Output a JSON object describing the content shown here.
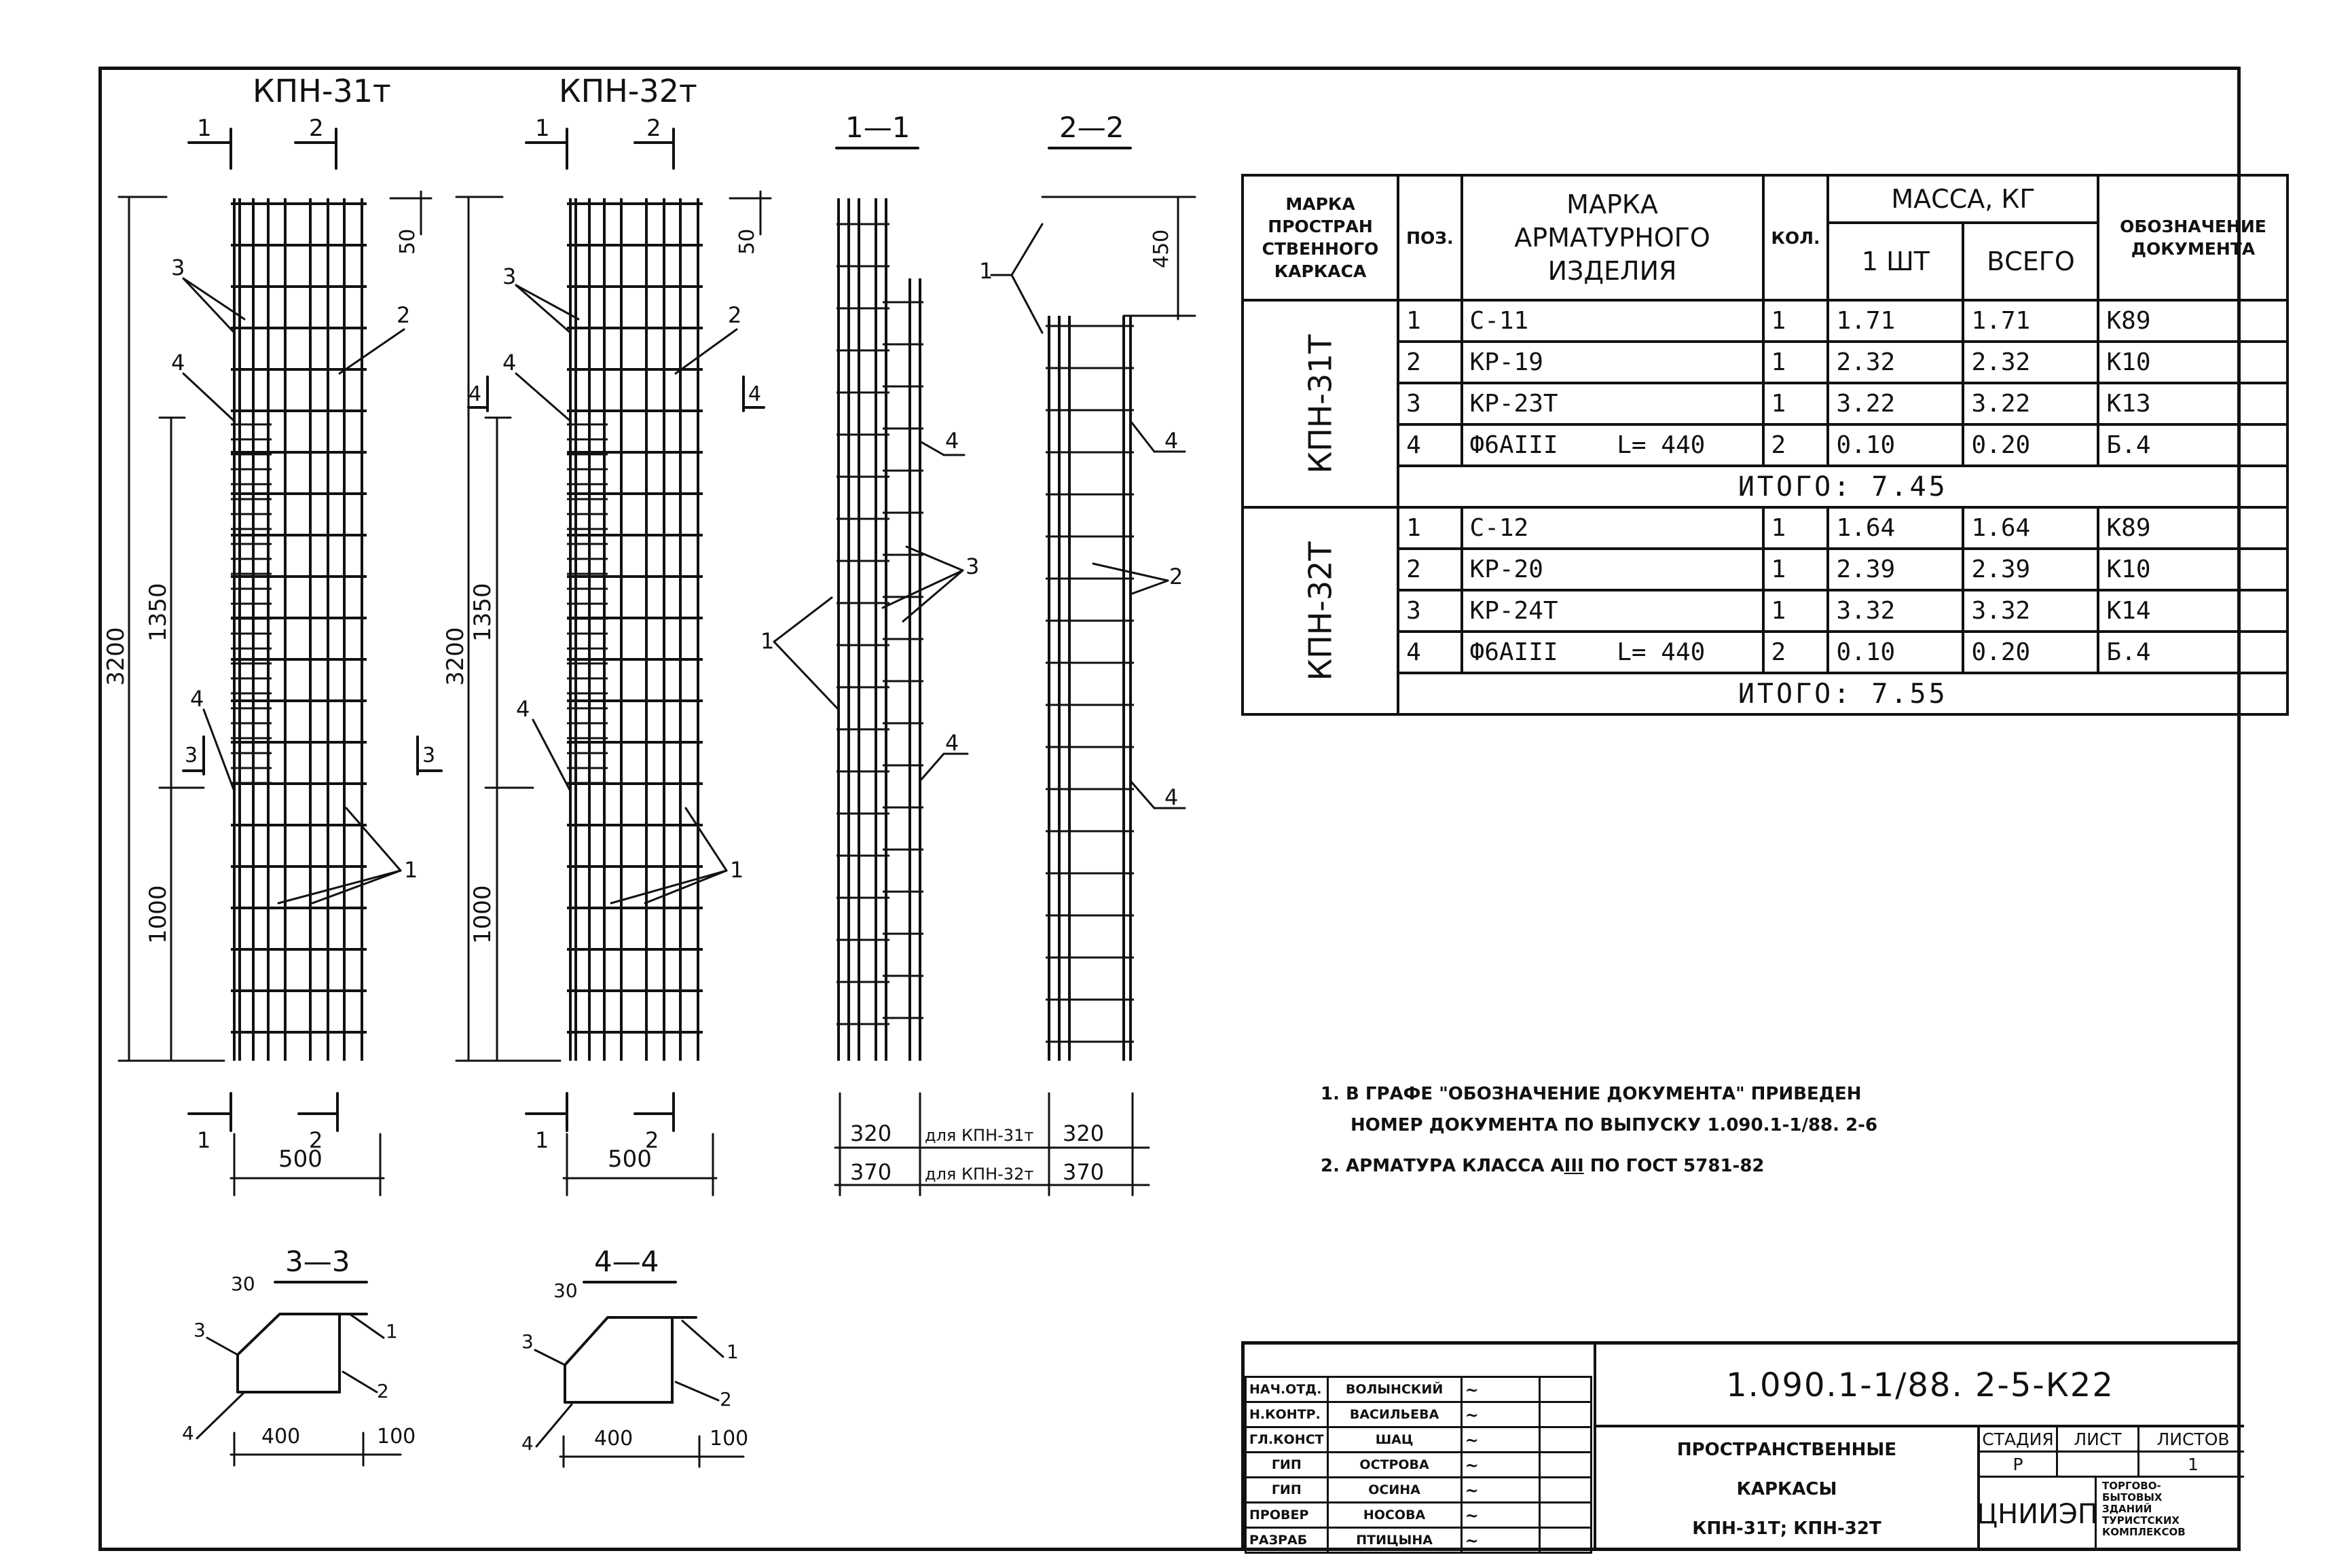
{
  "views": {
    "kpn31_title": "КПН-31т",
    "kpn32_title": "КПН-32т",
    "section_11": "1—1",
    "section_22": "2—2",
    "section_33": "3—3",
    "section_44": "4—4",
    "cut_1": "1",
    "cut_2": "2",
    "cut_3": "3",
    "cut_4": "4",
    "dim_3200": "3200",
    "dim_1350": "1350",
    "dim_1000": "1000",
    "dim_50": "50",
    "dim_450": "450",
    "dim_500": "500",
    "dim_320": "320",
    "dim_370": "370",
    "dim_400": "400",
    "dim_100": "100",
    "dim_30": "30",
    "for_kpn31": "для КПН-31т",
    "for_kpn32": "для КПН-32т",
    "pos_1": "1",
    "pos_2": "2",
    "pos_3": "3",
    "pos_4": "4"
  },
  "spec": {
    "head_mark": "МАРКА ПРОСТРАН СТВЕННОГО КАРКАСА",
    "head_mark_l1": "МАРКА",
    "head_mark_l2": "ПРОСТРАН",
    "head_mark_l3": "СТВЕННОГО",
    "head_mark_l4": "КАРКАСА",
    "head_pos": "ПОЗ.",
    "head_item_l1": "МАРКА",
    "head_item_l2": "АРМАТУРНОГО",
    "head_item_l3": "ИЗДЕЛИЯ",
    "head_qty": "КОЛ.",
    "head_mass": "МАССА, КГ",
    "head_one": "1 ШТ",
    "head_total": "ВСЕГО",
    "head_doc_l1": "ОБОЗНАЧЕНИЕ",
    "head_doc_l2": "ДОКУМЕНТА",
    "groups": [
      {
        "name": "КПН-31Т",
        "rows": [
          {
            "pos": "1",
            "item": "С-11",
            "qty": "1",
            "one": "1.71",
            "total": "1.71",
            "doc": "К89"
          },
          {
            "pos": "2",
            "item": "КР-19",
            "qty": "1",
            "one": "2.32",
            "total": "2.32",
            "doc": "К10"
          },
          {
            "pos": "3",
            "item": "КР-23Т",
            "qty": "1",
            "one": "3.22",
            "total": "3.22",
            "doc": "К13"
          },
          {
            "pos": "4",
            "item": "Ф6АIII    L= 440",
            "qty": "2",
            "one": "0.10",
            "total": "0.20",
            "doc": "Б.4"
          }
        ],
        "total": "ИТОГО: 7.45"
      },
      {
        "name": "КПН-32Т",
        "rows": [
          {
            "pos": "1",
            "item": "С-12",
            "qty": "1",
            "one": "1.64",
            "total": "1.64",
            "doc": "К89"
          },
          {
            "pos": "2",
            "item": "КР-20",
            "qty": "1",
            "one": "2.39",
            "total": "2.39",
            "doc": "К10"
          },
          {
            "pos": "3",
            "item": "КР-24Т",
            "qty": "1",
            "one": "3.32",
            "total": "3.32",
            "doc": "К14"
          },
          {
            "pos": "4",
            "item": "Ф6АIII    L= 440",
            "qty": "2",
            "one": "0.10",
            "total": "0.20",
            "doc": "Б.4"
          }
        ],
        "total": "ИТОГО: 7.55"
      }
    ]
  },
  "notes": {
    "n1_a": "1. В ГРАФЕ \"ОБОЗНАЧЕНИЕ ДОКУМЕНТА\" ПРИВЕДЕН",
    "n1_b": "НОМЕР ДОКУМЕНТА ПО ВЫПУСКУ 1.090.1-1/88. 2-6",
    "n2_a": "2. АРМАТУРА КЛАССА А",
    "n2_class": "III",
    "n2_b": " ПО ГОСТ 5781-82"
  },
  "title_block": {
    "code": "1.090.1-1/88. 2-5-К22",
    "title_l1": "ПРОСТРАНСТВЕННЫЕ",
    "title_l2": "КАРКАСЫ",
    "title_l3": "КПН-31Т; КПН-32Т",
    "stage_label": "СТАДИЯ",
    "sheet_label": "ЛИСТ",
    "sheets_label": "ЛИСТОВ",
    "stage": "Р",
    "sheet": "",
    "sheets": "1",
    "org": "ЦНИИЭП",
    "org_note_l1": "ТОРГОВО-",
    "org_note_l2": "БЫТОВЫХ",
    "org_note_l3": "ЗДАНИЙ",
    "org_note_l4": "ТУРИСТСКИХ",
    "org_note_l5": "КОМПЛЕКСОВ",
    "people": [
      {
        "role": "НАЧ.ОТД.",
        "name": "ВОЛЫНСКИЙ"
      },
      {
        "role": "Н.КОНТР.",
        "name": "ВАСИЛЬЕВА"
      },
      {
        "role": "ГЛ.КОНСТ",
        "name": "ШАЦ"
      },
      {
        "role": "ГИП",
        "name": "ОСТРОВА"
      },
      {
        "role": "ГИП",
        "name": "ОСИНА"
      },
      {
        "role": "ПРОВЕР",
        "name": "НОСОВА"
      },
      {
        "role": "РАЗРАБ",
        "name": "ПТИЦЫНА"
      }
    ]
  }
}
